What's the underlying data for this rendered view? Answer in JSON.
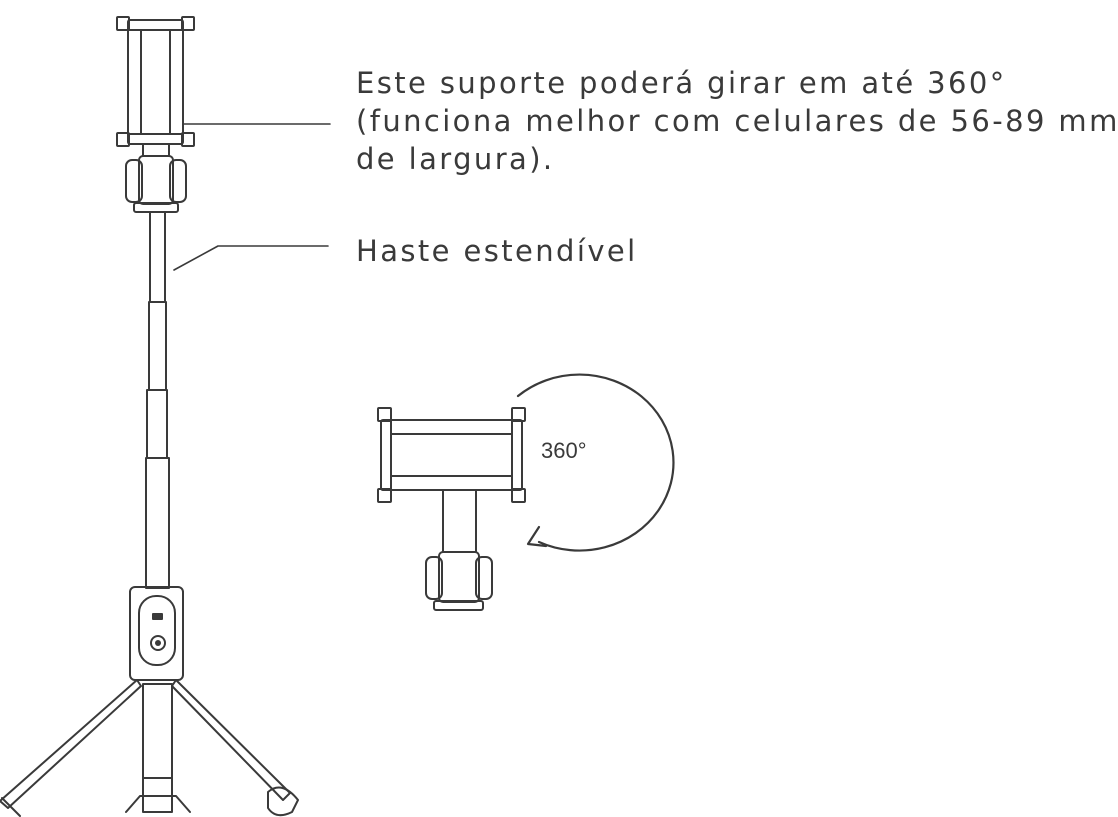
{
  "callouts": {
    "mount": {
      "line1": "Este suporte poderá girar em até 360°",
      "line2": "(funciona melhor com celulares de 56-89 mm",
      "line3": "de largura)."
    },
    "rod": {
      "text": "Haste estendível"
    }
  },
  "rotation": {
    "label": "360°"
  },
  "colors": {
    "stroke": "#3a3a3a",
    "text": "#3a3a3a",
    "background": "#ffffff"
  }
}
